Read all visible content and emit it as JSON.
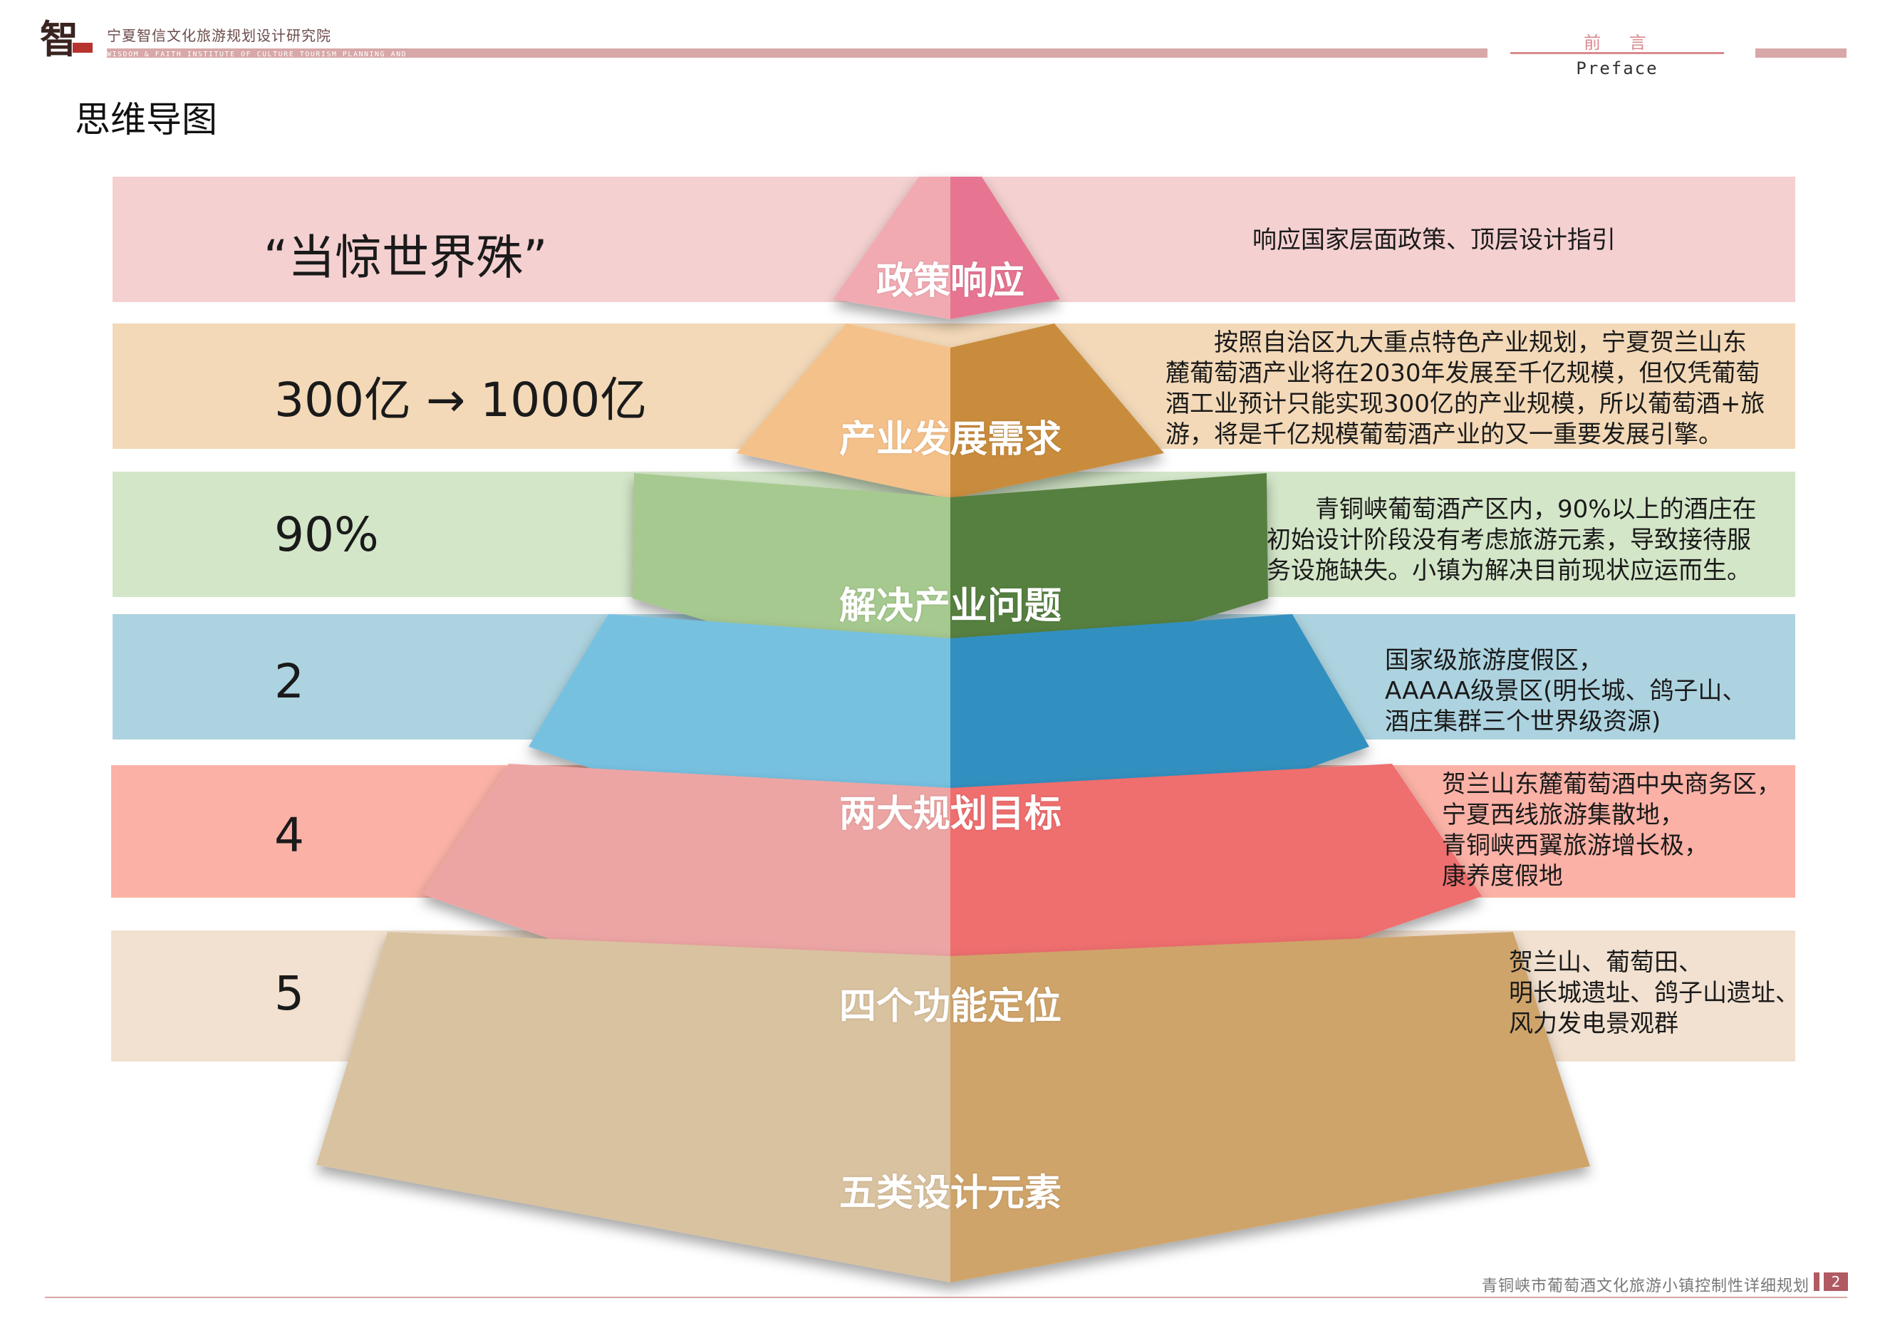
{
  "header": {
    "institute_name": "宁夏智信文化旅游规划设计研究院",
    "institute_en": "WISDOM & FAITH INSTITUTE OF CULTURE TOURISM PLANNING AND",
    "logo_char": "智",
    "section_zh": "前 言",
    "section_en": "Preface"
  },
  "page_title": "思维导图",
  "colors": {
    "header_bar": "#d8a7a8",
    "section_accent": "#d98a8e"
  },
  "layers": [
    {
      "label": "政策响应",
      "left_text": "“当惊世界殊”",
      "desc_lines": [
        "响应国家层面政策、顶层设计指引"
      ],
      "band_color": "#f4d0d0",
      "light": "#f2aab2",
      "dark": "#e77592"
    },
    {
      "label": "产业发展需求",
      "left_text": "300亿 → 1000亿",
      "desc_lines": [
        "按照自治区九大重点特色产业规划，宁夏贺兰山东",
        "麓葡萄酒产业将在2030年发展至千亿规模，但仅凭葡萄",
        "酒工业预计只能实现300亿的产业规模，所以葡萄酒+旅",
        "游，将是千亿规模葡萄酒产业的又一重要发展引擎。"
      ],
      "band_color": "#f3d9b8",
      "light": "#f5c18a",
      "dark": "#c98c3e"
    },
    {
      "label": "解决产业问题",
      "left_text": "90%",
      "desc_lines": [
        "青铜峡葡萄酒产区内，90%以上的酒庄在",
        "初始设计阶段没有考虑旅游元素，导致接待服",
        "务设施缺失。小镇为解决目前现状应运而生。"
      ],
      "band_color": "#d3e6c8",
      "light": "#a6c98f",
      "dark": "#568040"
    },
    {
      "label": "两大规划目标",
      "left_text": "2",
      "desc_lines": [
        "国家级旅游度假区，",
        "AAAAA级景区(明长城、鸽子山、",
        "酒庄集群三个世界级资源)"
      ],
      "band_color": "#add3e0",
      "light": "#77c1e0",
      "dark": "#3190c0"
    },
    {
      "label": "四个功能定位",
      "left_text": "4",
      "desc_lines": [
        "贺兰山东麓葡萄酒中央商务区，",
        "宁夏西线旅游集散地，",
        "青铜峡西翼旅游增长极，",
        "康养度假地"
      ],
      "band_color": "#fbb1a6",
      "light": "#eda5a4",
      "dark": "#ef6e6e"
    },
    {
      "label": "五类设计元素",
      "left_text": "5",
      "desc_lines": [
        "贺兰山、葡萄田、",
        "明长城遗址、鸽子山遗址、",
        "风力发电景观群"
      ],
      "band_color": "#f2e1d0",
      "light": "#d9c29f",
      "dark": "#cfa46a"
    }
  ],
  "footer": {
    "doc_title": "青铜峡市葡萄酒文化旅游小镇控制性详细规划",
    "page_number": "2"
  }
}
